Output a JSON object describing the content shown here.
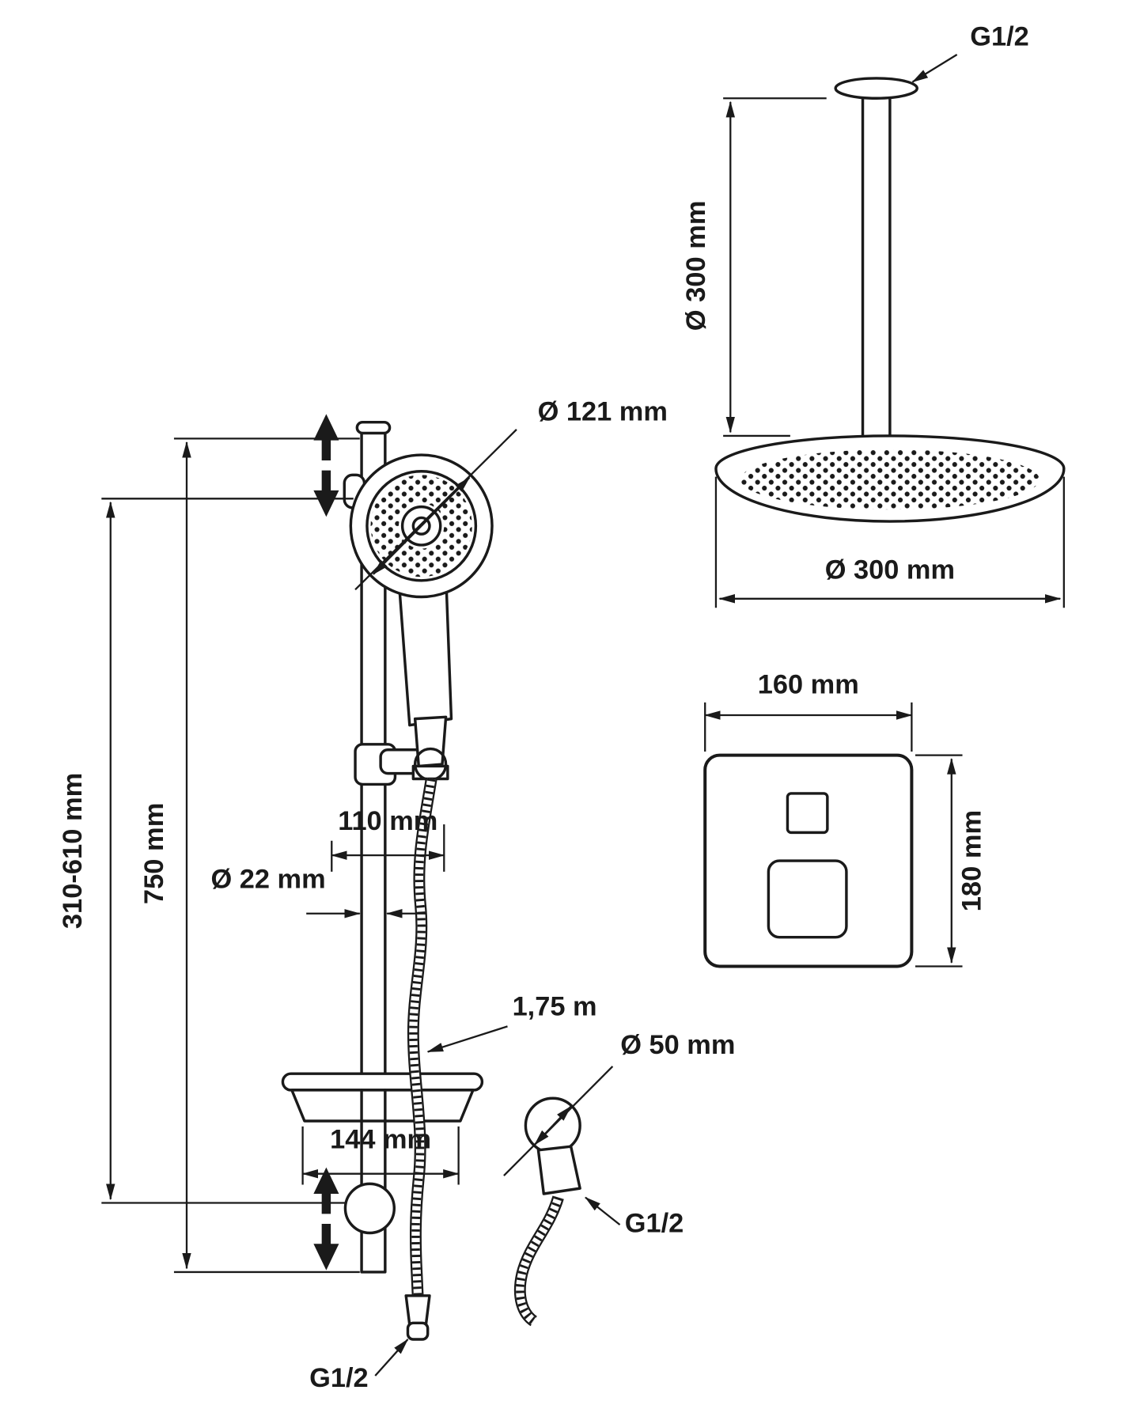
{
  "style": {
    "line_color": "#1a1a1a",
    "background": "#ffffff"
  },
  "labels": {
    "hand": {
      "head_d": "Ø 121 mm",
      "range": "310-610 mm",
      "bar_len": "750 mm",
      "bracket": "110 mm",
      "bar_d": "Ø 22 mm",
      "dish_w": "144 mm",
      "hose_len": "1,75 m",
      "hose_thread": "G1/2"
    },
    "ceiling": {
      "thread": "G1/2",
      "arm": "Ø 300 mm",
      "head_d": "Ø 300 mm"
    },
    "mixer": {
      "w": "160 mm",
      "h": "180 mm"
    },
    "outlet": {
      "d": "Ø 50 mm",
      "thread": "G1/2"
    }
  }
}
